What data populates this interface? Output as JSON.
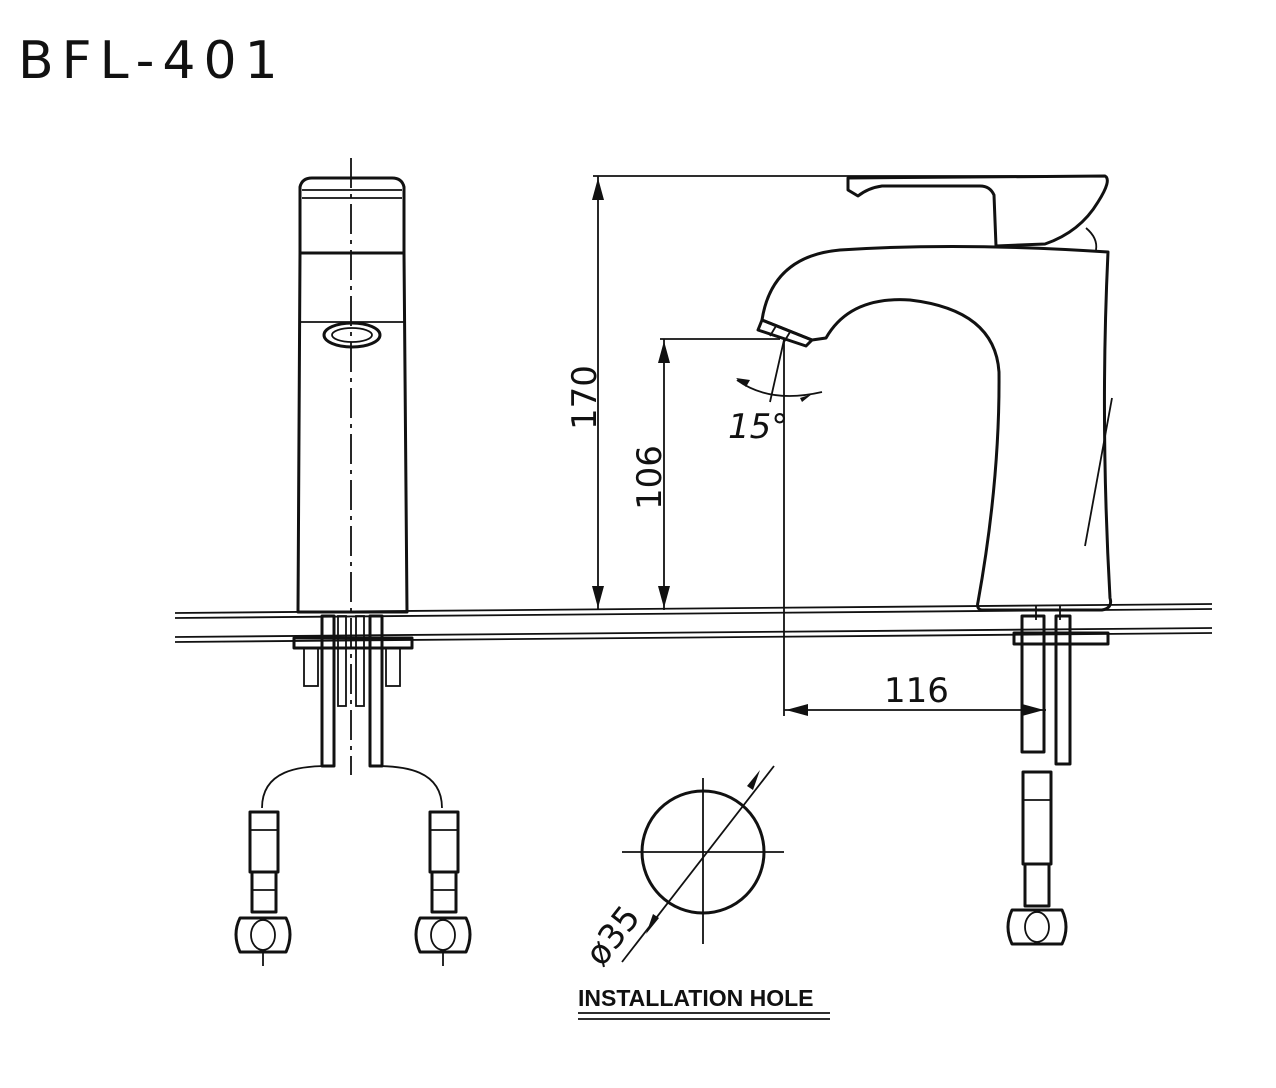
{
  "title": "BFL-401",
  "dimensions": {
    "total_height": "170",
    "spout_height": "106",
    "spout_reach": "116",
    "spout_angle": "15°",
    "hole_diameter": "ø35"
  },
  "caption": "INSTALLATION HOLE",
  "colors": {
    "line": "#111111",
    "background": "#ffffff"
  }
}
